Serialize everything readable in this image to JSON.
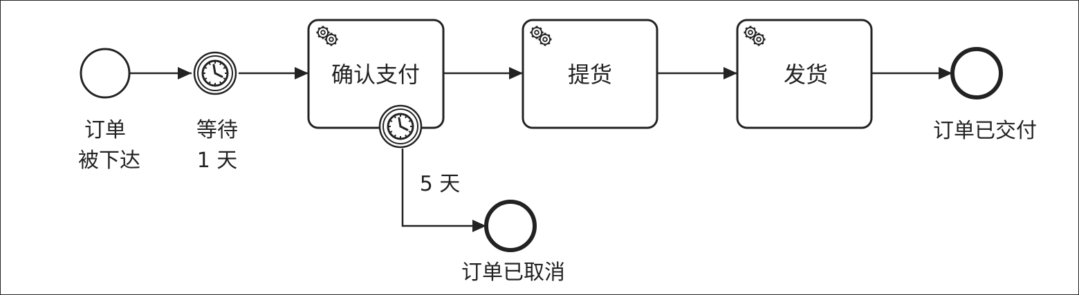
{
  "events": {
    "start": {
      "line1": "订单",
      "line2": "被下达"
    },
    "timer_wait": {
      "line1": "等待",
      "line2": "1 天"
    },
    "end_delivered": {
      "label": "订单已交付"
    },
    "end_cancelled": {
      "label": "订单已取消"
    }
  },
  "tasks": {
    "confirm_payment": {
      "label": "确认支付",
      "icon": "gears-icon"
    },
    "pickup": {
      "label": "提货",
      "icon": "gears-icon"
    },
    "ship": {
      "label": "发货",
      "icon": "gears-icon"
    }
  },
  "boundary_timer": {
    "label": "5 天",
    "icon": "clock-icon"
  },
  "colors": {
    "stroke": "#222222",
    "fill": "#ffffff"
  }
}
